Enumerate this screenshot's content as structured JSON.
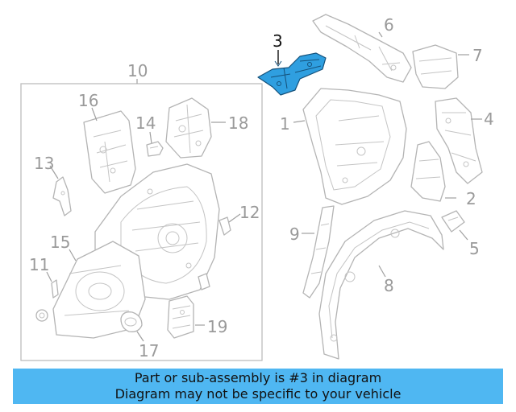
{
  "diagram": {
    "callouts": {
      "c1": "1",
      "c2": "2",
      "c3": "3",
      "c4": "4",
      "c5": "5",
      "c6": "6",
      "c7": "7",
      "c8": "8",
      "c9": "9",
      "c10": "10",
      "c11": "11",
      "c12": "12",
      "c13": "13",
      "c14": "14",
      "c15": "15",
      "c16": "16",
      "c17": "17",
      "c18": "18",
      "c19": "19"
    },
    "highlighted_part": "3",
    "colors": {
      "highlight": "#2f9fe0",
      "line_art": "#b4b4b4",
      "banner": "#4fb7f2"
    }
  },
  "banner": {
    "line1": "Part or sub-assembly is #3 in diagram",
    "line2": "Diagram may not be specific to your vehicle"
  }
}
